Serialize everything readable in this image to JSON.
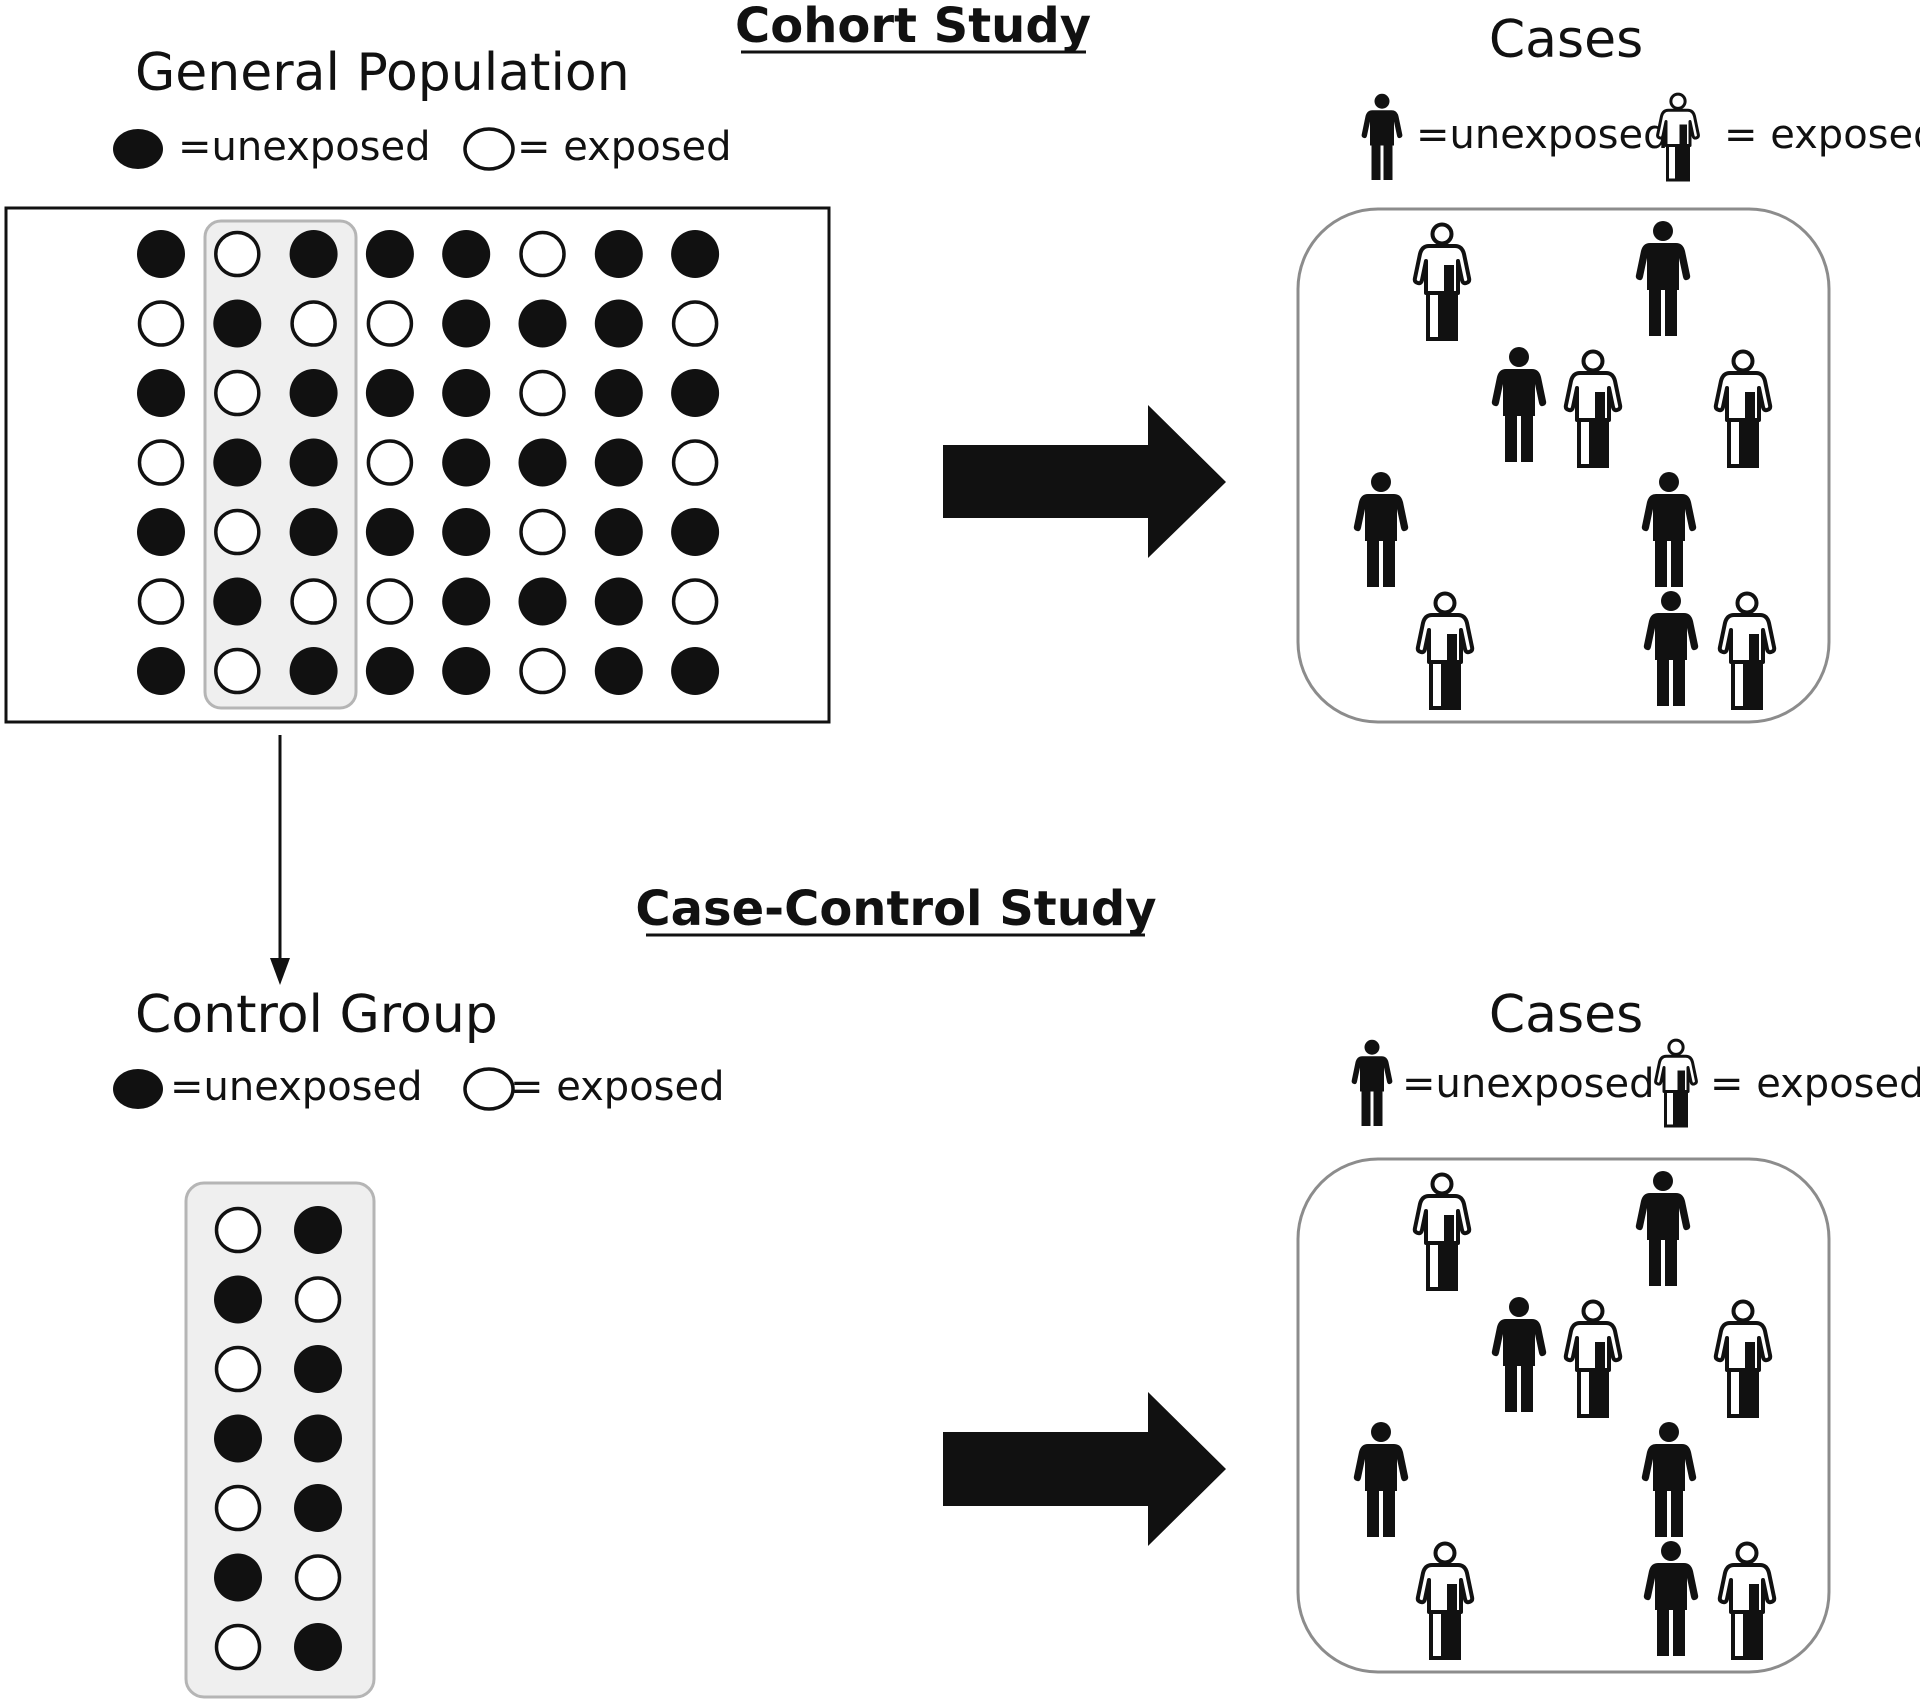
{
  "cohort": {
    "title": "Cohort Study",
    "population": {
      "label": "General Population",
      "legend_unexposed": "=unexposed",
      "legend_exposed": "= exposed",
      "grid": [
        [
          "u",
          "e",
          "u",
          "u",
          "u",
          "e",
          "u",
          "u"
        ],
        [
          "e",
          "u",
          "e",
          "e",
          "u",
          "u",
          "u",
          "e"
        ],
        [
          "u",
          "e",
          "u",
          "u",
          "u",
          "e",
          "u",
          "u"
        ],
        [
          "e",
          "u",
          "u",
          "e",
          "u",
          "u",
          "u",
          "e"
        ],
        [
          "u",
          "e",
          "u",
          "u",
          "u",
          "e",
          "u",
          "u"
        ],
        [
          "e",
          "u",
          "e",
          "e",
          "u",
          "u",
          "u",
          "e"
        ],
        [
          "u",
          "e",
          "u",
          "u",
          "u",
          "e",
          "u",
          "u"
        ]
      ]
    },
    "cases": {
      "label": "Cases",
      "legend_unexposed": "=unexposed",
      "legend_exposed": "= exposed",
      "people": [
        "exposed",
        "unexposed",
        "unexposed",
        "exposed",
        "exposed",
        "unexposed",
        "unexposed",
        "exposed",
        "unexposed",
        "exposed"
      ]
    }
  },
  "case_control": {
    "title": "Case-Control Study",
    "control": {
      "label": "Control Group",
      "legend_unexposed": "=unexposed",
      "legend_exposed": "= exposed",
      "grid": [
        [
          "e",
          "u"
        ],
        [
          "u",
          "e"
        ],
        [
          "e",
          "u"
        ],
        [
          "u",
          "u"
        ],
        [
          "e",
          "u"
        ],
        [
          "u",
          "e"
        ],
        [
          "e",
          "u"
        ]
      ]
    },
    "cases": {
      "label": "Cases",
      "legend_unexposed": "=unexposed",
      "legend_exposed": "= exposed",
      "people": [
        "exposed",
        "unexposed",
        "unexposed",
        "exposed",
        "exposed",
        "unexposed",
        "unexposed",
        "exposed",
        "unexposed",
        "exposed"
      ]
    }
  }
}
